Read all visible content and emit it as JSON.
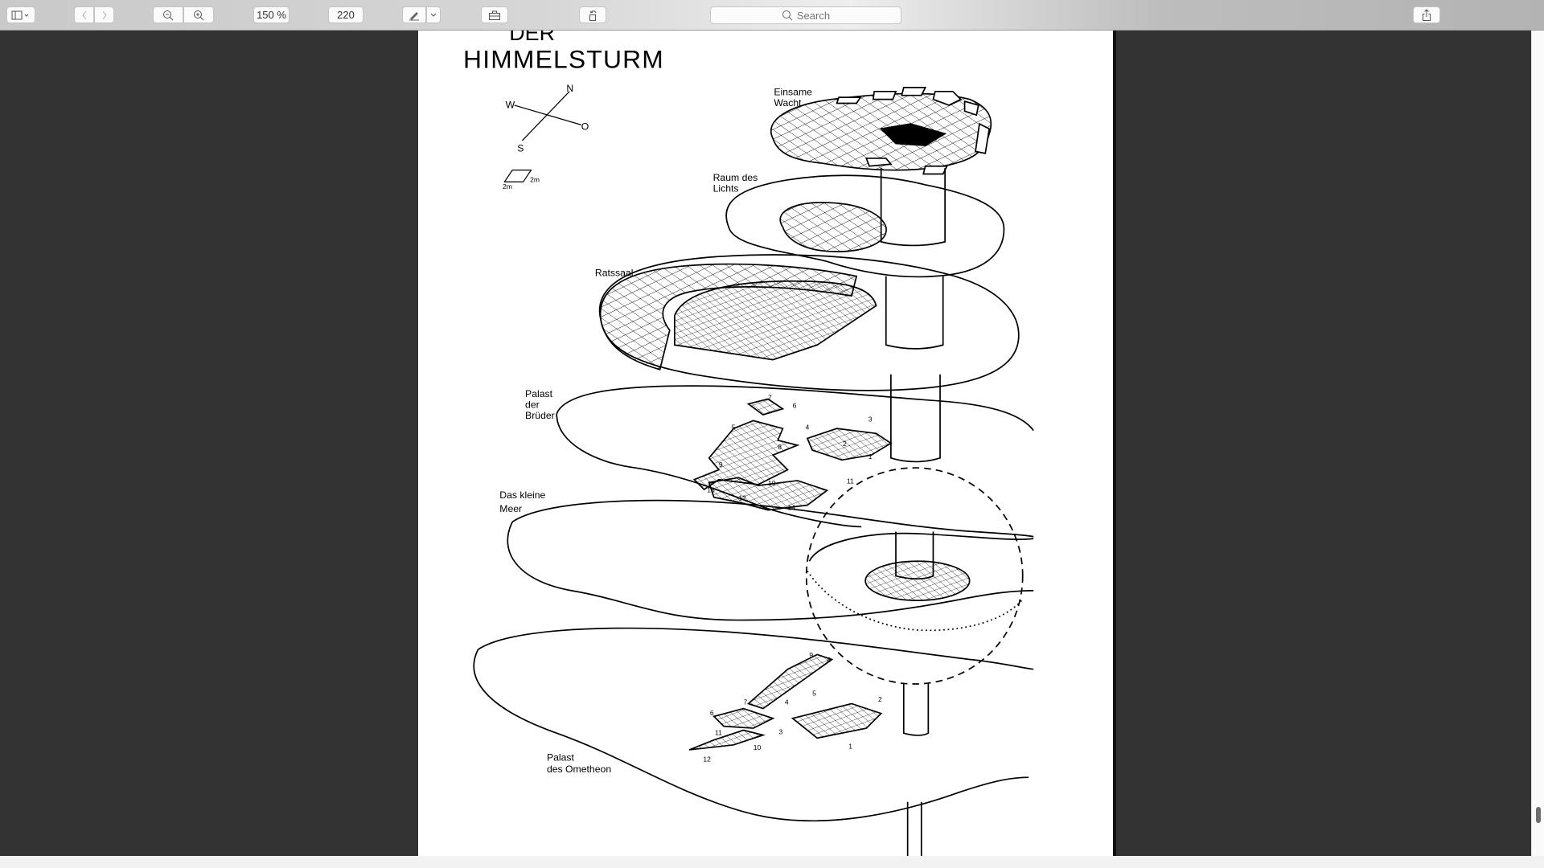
{
  "toolbar": {
    "zoom_level": "150 %",
    "page_number": "220",
    "search_placeholder": "Search"
  },
  "document": {
    "title_top": "DER",
    "title": "HIMMELSTURM",
    "compass": {
      "n": "N",
      "w": "W",
      "o": "O",
      "s": "S"
    },
    "scale": {
      "a": "2m",
      "b": "2m"
    },
    "levels": {
      "einsame_wacht": [
        "Einsame",
        "Wacht"
      ],
      "raum_des_lichts": [
        "Raum des",
        "Lichts"
      ],
      "ratssaal": "Ratssaal",
      "palast_der_brueder": [
        "Palast",
        "der",
        "Brüder"
      ],
      "das_kleine_meer": [
        "Das kleine",
        "Meer"
      ],
      "palast_des_ometheon": [
        "Palast",
        "des Ometheon"
      ]
    },
    "brueder_rooms": [
      "1",
      "2",
      "3",
      "4",
      "5",
      "6",
      "7",
      "8",
      "9",
      "10",
      "11",
      "12",
      "13",
      "14"
    ],
    "ometheon_rooms": [
      "1",
      "2",
      "3",
      "4",
      "5",
      "6",
      "7",
      "8",
      "9",
      "10",
      "11",
      "12"
    ]
  }
}
